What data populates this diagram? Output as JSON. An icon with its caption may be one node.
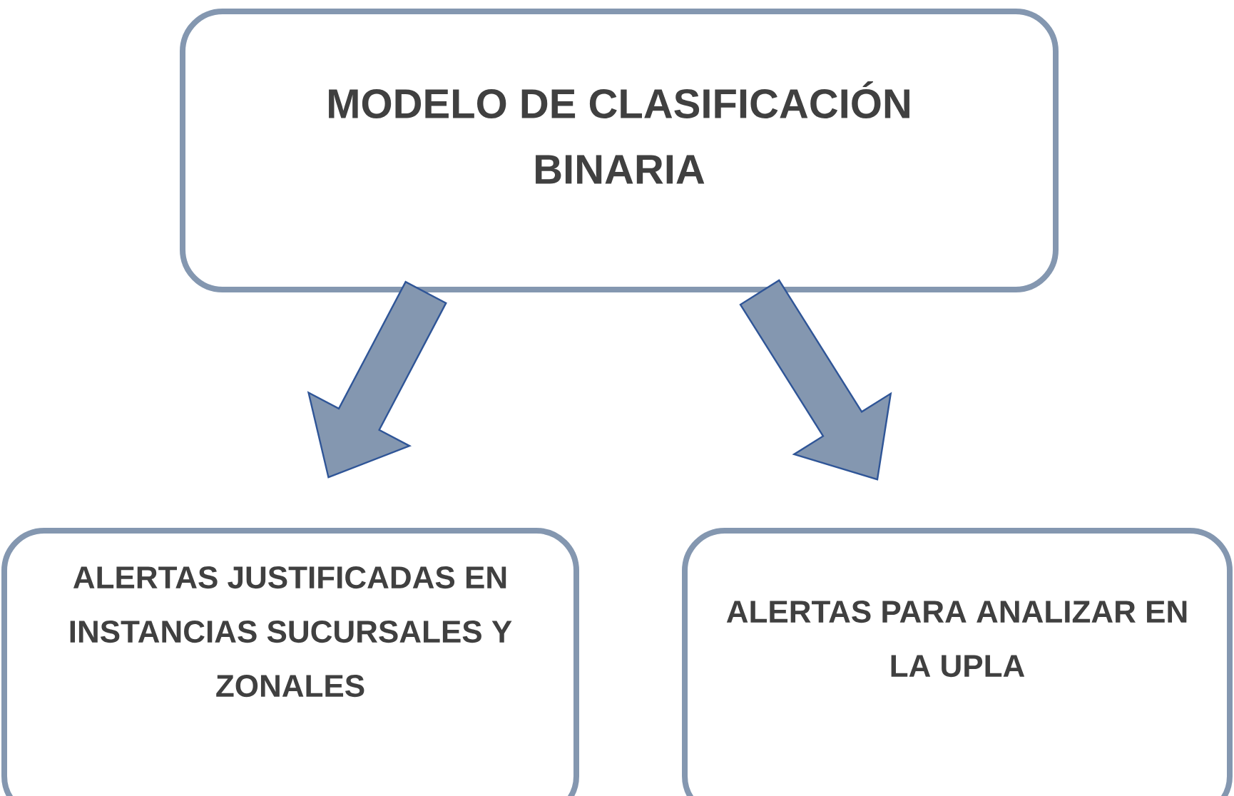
{
  "diagram": {
    "nodes": [
      {
        "text": [
          "MODELO DE CLASIFICACIÓN BINARIA"
        ]
      },
      {
        "text": [
          "ALERTAS JUSTIFICADAS EN INSTANCIAS SUCURSALES Y ZONALES"
        ]
      },
      {
        "text": [
          "ALERTAS PARA ANALIZAR EN LA UPLA"
        ]
      }
    ],
    "edges": [
      {
        "from": 0,
        "to": 1,
        "arrow": "to"
      },
      {
        "from": 0,
        "to": 2,
        "arrow": "to"
      }
    ]
  }
}
